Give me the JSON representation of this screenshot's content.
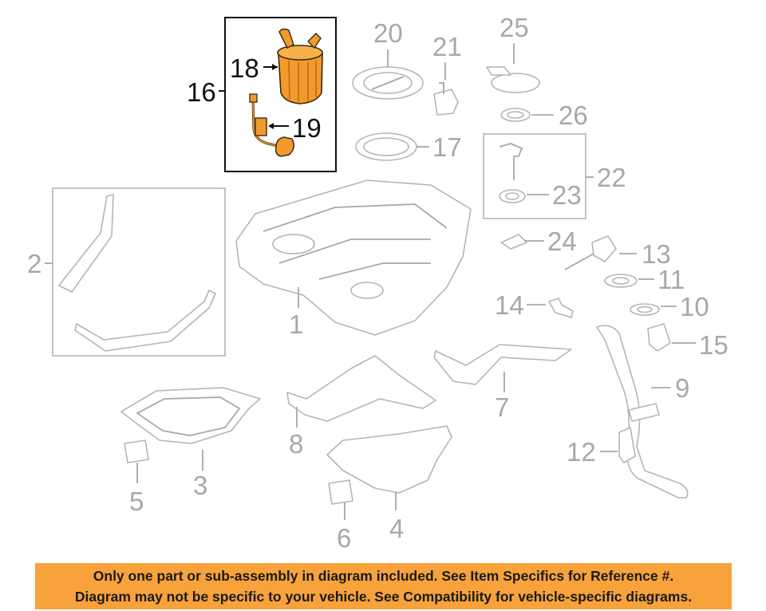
{
  "callouts": {
    "c1": "1",
    "c2": "2",
    "c3": "3",
    "c4": "4",
    "c5": "5",
    "c6": "6",
    "c7": "7",
    "c8": "8",
    "c9": "9",
    "c10": "10",
    "c11": "11",
    "c12": "12",
    "c13": "13",
    "c14": "14",
    "c15": "15",
    "c16": "16",
    "c17": "17",
    "c18": "18",
    "c19": "19",
    "c20": "20",
    "c21": "21",
    "c22": "22",
    "c23": "23",
    "c24": "24",
    "c25": "25",
    "c26": "26"
  },
  "highlighted_parts": [
    "16",
    "18",
    "19"
  ],
  "colors": {
    "highlight_fill": "#f39a2c",
    "banner_bg": "#f7a23b",
    "callout_gray": "#a8a8a8"
  },
  "banner": {
    "line1": "Only one part or sub-assembly in diagram included. See Item Specifics for Reference #.",
    "line2": "Diagram may not be specific to your vehicle. See Compatibility for vehicle-specific diagrams."
  }
}
